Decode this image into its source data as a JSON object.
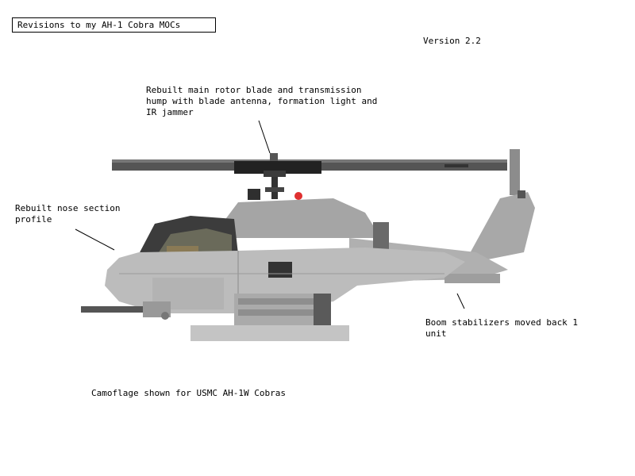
{
  "title": "Revisions to my AH-1 Cobra MOCs",
  "version": "Version 2.2",
  "annotations": {
    "rotor": [
      "Rebuilt main rotor blade and transmission",
      "hump with blade antenna, formation light and",
      "IR jammer"
    ],
    "nose": [
      "Rebuilt nose section",
      "profile"
    ],
    "boom": [
      "Boom stabilizers moved back 1",
      "unit"
    ]
  },
  "caption": "Camoflage shown for USMC AH-1W Cobras",
  "colors": {
    "body_light": "#bdbdbd",
    "body_mid": "#9a9a9a",
    "body_dark": "#6e6e6e",
    "rotor": "#4a4a4a",
    "canopy": "#3a3a3a",
    "light_red": "#e03030"
  }
}
